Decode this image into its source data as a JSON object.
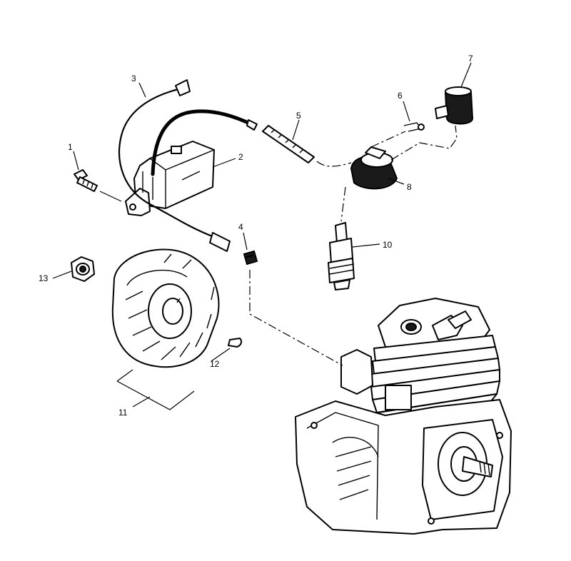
{
  "callouts": {
    "c1": "1",
    "c2": "2",
    "c3": "3",
    "c4": "4",
    "c5": "5",
    "c6": "6",
    "c7": "7",
    "c8": "8",
    "c10": "10",
    "c11": "11",
    "c12": "12",
    "c13": "13"
  }
}
